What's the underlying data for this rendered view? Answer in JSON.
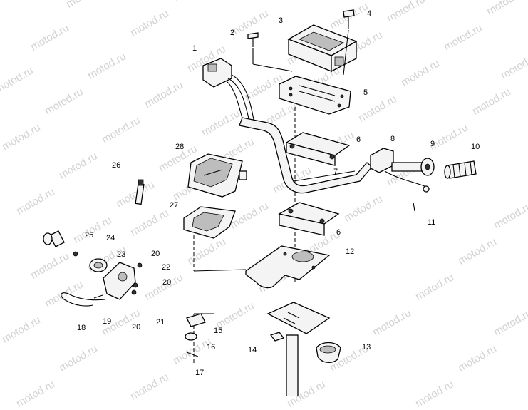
{
  "watermark": "motod.ru",
  "callouts": [
    "1",
    "2",
    "3",
    "4",
    "5",
    "6",
    "6",
    "7",
    "8",
    "9",
    "10",
    "11",
    "12",
    "13",
    "14",
    "15",
    "16",
    "17",
    "18",
    "19",
    "20",
    "20",
    "20",
    "21",
    "22",
    "23",
    "24",
    "25",
    "26",
    "27",
    "28"
  ]
}
